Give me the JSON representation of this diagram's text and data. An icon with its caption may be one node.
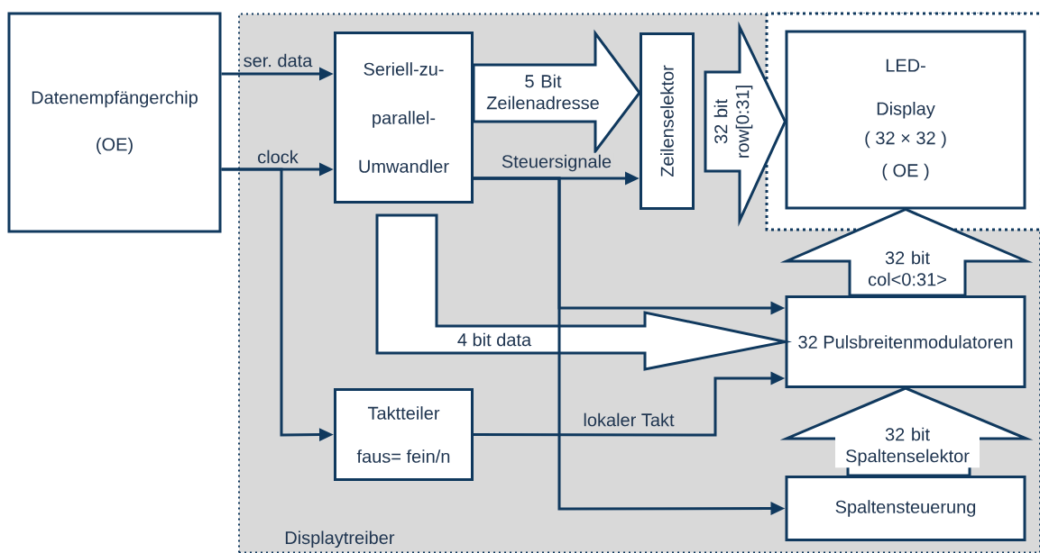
{
  "diagram": {
    "nodes": [
      {
        "text": [
          "Datenempfängerchip",
          "(OE)"
        ]
      },
      {
        "text": [
          "Displaytreiber"
        ]
      },
      {
        "text": [
          "Seriell-zu-parallel-Umwandler"
        ],
        "in": 1
      },
      {
        "text": [
          "Zeilenselektor"
        ],
        "in": 1
      },
      {
        "text": [
          "LED- Display",
          "( 32 × 32 )",
          "( OE )"
        ],
        "in": 1
      },
      {
        "text": [
          "32 Pulsbreitenmodulatoren"
        ],
        "in": 1
      },
      {
        "text": [
          "Taktteiler",
          "faus= fein/n"
        ],
        "in": 1
      },
      {
        "text": [
          "Spaltensteuerung"
        ],
        "in": 1
      }
    ],
    "edges": [
      {
        "from": 0,
        "to": 2,
        "arrow": "to",
        "label": "ser. data"
      },
      {
        "from": 0,
        "to": 2,
        "arrow": "to",
        "label": "clock"
      },
      {
        "from": 0,
        "to": 6,
        "arrow": "to"
      },
      {
        "from": 2,
        "to": 3,
        "arrow": "to",
        "label": "5 Bit Zeilenadresse",
        "style": "thick"
      },
      {
        "from": 2,
        "to": 3,
        "arrow": "to",
        "label": "Steuersignale"
      },
      {
        "from": 2,
        "to": 5,
        "arrow": "to"
      },
      {
        "from": 2,
        "to": 7,
        "arrow": "to"
      },
      {
        "from": 3,
        "to": 4,
        "arrow": "to",
        "label": "32 bit row[0:31]",
        "style": "thick"
      },
      {
        "from": 2,
        "to": 5,
        "arrow": "to",
        "label": "4 bit data",
        "style": "thick"
      },
      {
        "from": 6,
        "to": 5,
        "arrow": "to",
        "label": "lokaler Takt"
      },
      {
        "from": 5,
        "to": 4,
        "arrow": "to",
        "label": "32 bit col<0:31>",
        "style": "thick"
      },
      {
        "from": 7,
        "to": 5,
        "arrow": "to",
        "label": "32 bit Spaltenselektor",
        "style": "thick"
      }
    ]
  }
}
